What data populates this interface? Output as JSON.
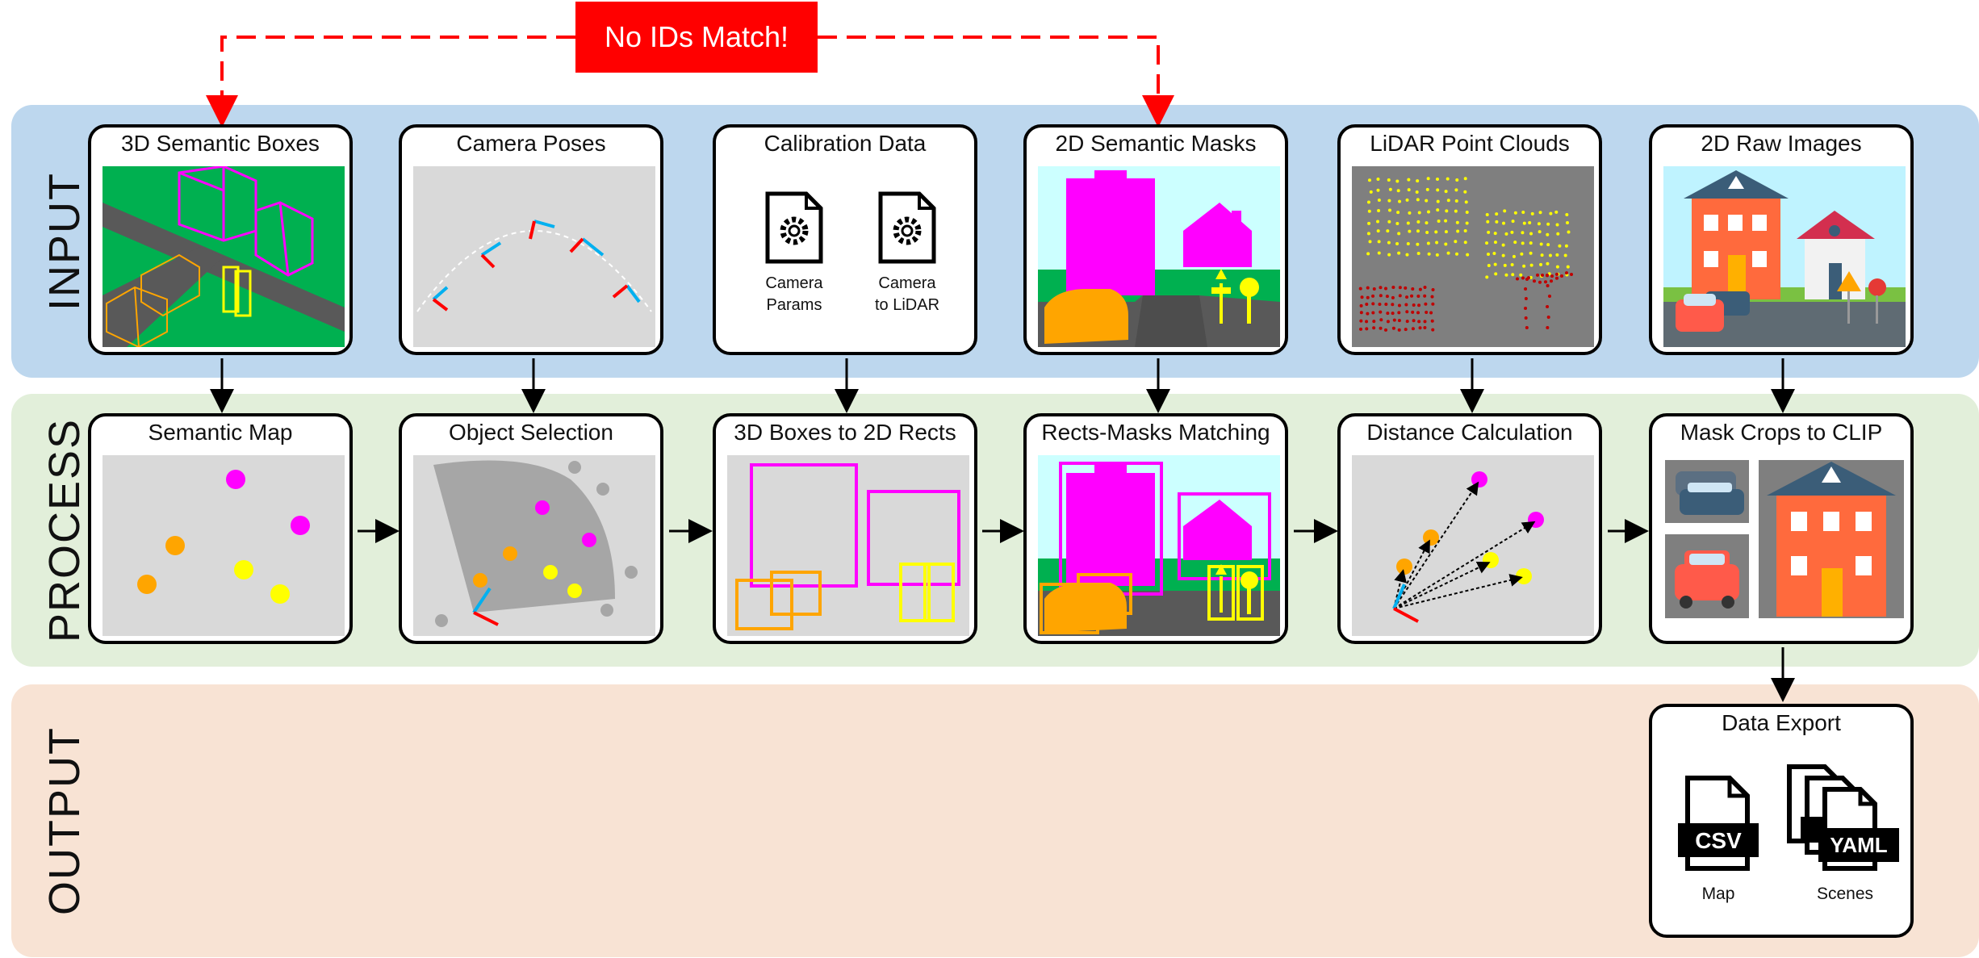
{
  "bands": {
    "input": "INPUT",
    "process": "PROCESS",
    "output": "OUTPUT"
  },
  "banner": "No IDs Match!",
  "input_cards": [
    "3D Semantic Boxes",
    "Camera Poses",
    "Calibration Data",
    "2D Semantic Masks",
    "LiDAR Point Clouds",
    "2D Raw Images"
  ],
  "process_cards": [
    "Semantic Map",
    "Object Selection",
    "3D Boxes to 2D Rects",
    "Rects-Masks Matching",
    "Distance Calculation",
    "Mask Crops to CLIP"
  ],
  "output_card": "Data Export",
  "calibration": {
    "file1_line1": "Camera",
    "file1_line2": "Params",
    "file2_line1": "Camera",
    "file2_line2": "to LiDAR"
  },
  "export": {
    "csv_badge": "CSV",
    "csv_caption": "Map",
    "yaml_badge": "YAML",
    "yaml_caption": "Scenes"
  },
  "colors": {
    "input_band": "#bdd7ee",
    "process_band": "#e2efda",
    "output_band": "#f8e3d4",
    "banner": "#ff0000",
    "magenta": "#ff00ff",
    "orange": "#ffa500",
    "yellow": "#ffff00",
    "grass": "#00b050"
  },
  "icons": [
    "gear-icon",
    "document-icon",
    "camera-axis-icon",
    "house-icon",
    "car-icon",
    "sign-icon"
  ]
}
